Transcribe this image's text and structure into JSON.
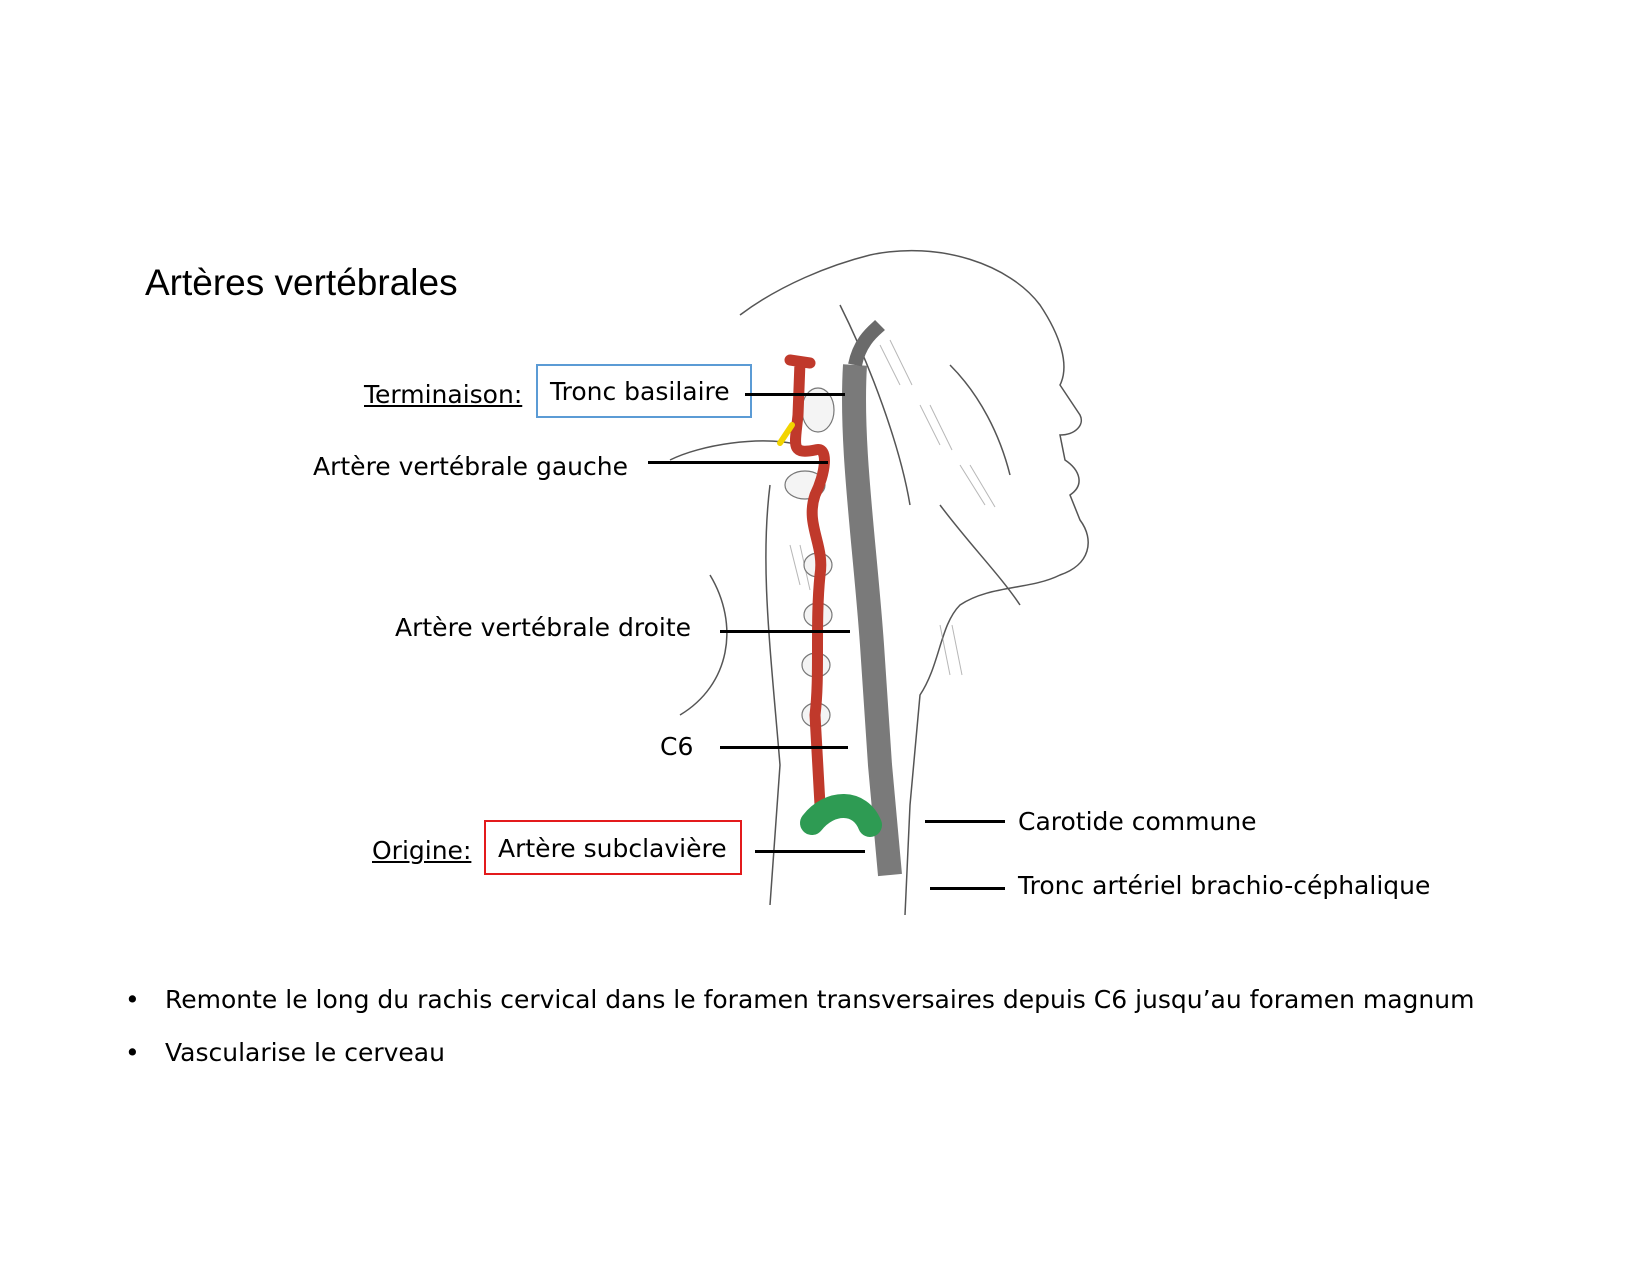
{
  "slide": {
    "title": "Artères vertébrales"
  },
  "labels": {
    "terminaison_label": "Terminaison:",
    "terminaison_value": "Tronc basilaire",
    "vertebrale_gauche": "Artère vertébrale gauche",
    "vertebrale_droite": "Artère vertébrale droite",
    "c6": "C6",
    "origine_label": "Origine:",
    "origine_value": "Artère subclavière",
    "carotide_commune": "Carotide commune",
    "tronc_brachio": "Tronc artériel brachio-céphalique"
  },
  "colors": {
    "terminaison_box": "#5b9bd5",
    "origine_box": "#e31a1c",
    "artery_red": "#c0392b",
    "subclavian_green": "#2e9b53",
    "highlight_yellow": "#f2d400"
  },
  "bullets": [
    {
      "bullet": "•",
      "text": "Remonte le long du rachis cervical dans le foramen transversaires depuis C6 jusqu’au foramen magnum"
    },
    {
      "bullet": "•",
      "text": "Vascularise le cerveau"
    }
  ]
}
